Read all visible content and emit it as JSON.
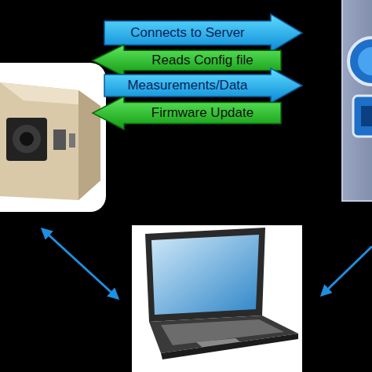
{
  "diagram": {
    "nodes": [
      {
        "text": [
          "Connects to Server"
        ]
      },
      {
        "text": [
          "Reads Config file"
        ]
      },
      {
        "text": [
          "Measurements/Data"
        ]
      },
      {
        "text": [
          "Firmware Update"
        ]
      }
    ]
  }
}
